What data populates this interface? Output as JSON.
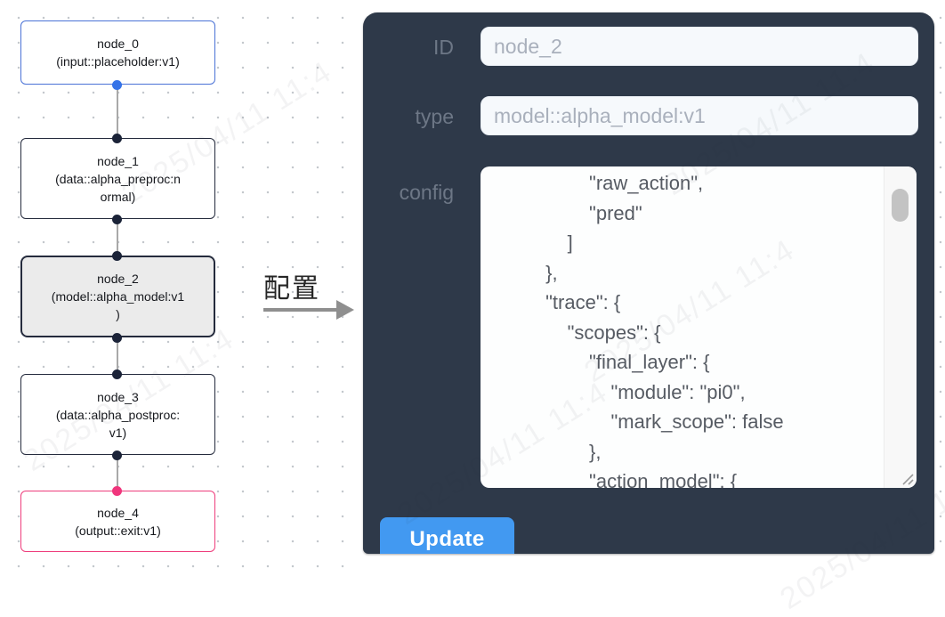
{
  "canvas": {
    "nodes": [
      {
        "id": "node_0",
        "label": "node_0\n(input::placeholder:v1)",
        "border_color": "#4a72d6",
        "bg": "#ffffff",
        "selected": false
      },
      {
        "id": "node_1",
        "label": "node_1\n(data::alpha_preproc:n\normal)",
        "border_color": "#252b3d",
        "bg": "#ffffff",
        "selected": false
      },
      {
        "id": "node_2",
        "label": "node_2\n(model::alpha_model:v1\n)",
        "border_color": "#252b3d",
        "bg": "#ebebeb",
        "selected": true
      },
      {
        "id": "node_3",
        "label": "node_3\n(data::alpha_postproc:\nv1)",
        "border_color": "#252b3d",
        "bg": "#ffffff",
        "selected": false
      },
      {
        "id": "node_4",
        "label": "node_4\n(output::exit:v1)",
        "border_color": "#ee3d7c",
        "bg": "#ffffff",
        "selected": false
      }
    ],
    "port_colors": {
      "default": "#1b2338",
      "input_node": "#3573e8",
      "output_node": "#f0357c"
    },
    "edge_color": "#a9a9a9"
  },
  "transition": {
    "label": "配置",
    "arrow_color": "#8f8f8f"
  },
  "panel": {
    "bg_color": "#2e3949",
    "fields": [
      {
        "label": "ID",
        "value": "node_2"
      },
      {
        "label": "type",
        "value": "model::alpha_model:v1"
      }
    ],
    "config_label": "config",
    "config_text": "                  \"raw_action\",\n                  \"pred\"\n              ]\n          },\n          \"trace\": {\n              \"scopes\": {\n                  \"final_layer\": {\n                      \"module\": \"pi0\",\n                      \"mark_scope\": false\n                  },\n                  \"action_model\": {",
    "update_label": "Update",
    "accent_color": "#4299f1"
  },
  "watermark": {
    "text": "2025/04/11 11:4"
  }
}
